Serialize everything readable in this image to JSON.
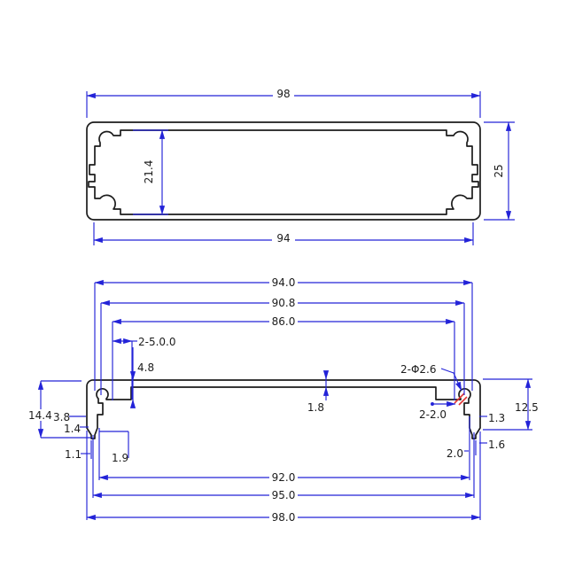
{
  "drawing": {
    "colors": {
      "outline": "#1c1c1c",
      "dimension": "#2323d8",
      "hatch": "#e03636",
      "background": "#ffffff"
    },
    "top_view": {
      "outer_width": "98",
      "inner_width": "94",
      "outer_height": "25",
      "cavity_height": "21.4"
    },
    "section_view": {
      "top_dims": {
        "inner_width": "94.0",
        "d90_8": "90.8",
        "d86_0": "86.0",
        "slot": "2-5.0.0",
        "lip_thickness": "4.8",
        "screw_holes": "2-Φ2.6"
      },
      "mid_dims": {
        "wall_thickness": "1.8",
        "step": "2-2.0",
        "d1_3": "1.3",
        "right_height": "12.5",
        "left_height": "14.4",
        "d3_8": "3.8",
        "d1_4": "1.4",
        "d1_1": "1.1",
        "d1_9": "1.9",
        "d2_0": "2.0",
        "d1_6": "1.6"
      },
      "bottom_dims": {
        "d92_0": "92.0",
        "d95_0": "95.0",
        "d98_0": "98.0"
      }
    }
  }
}
